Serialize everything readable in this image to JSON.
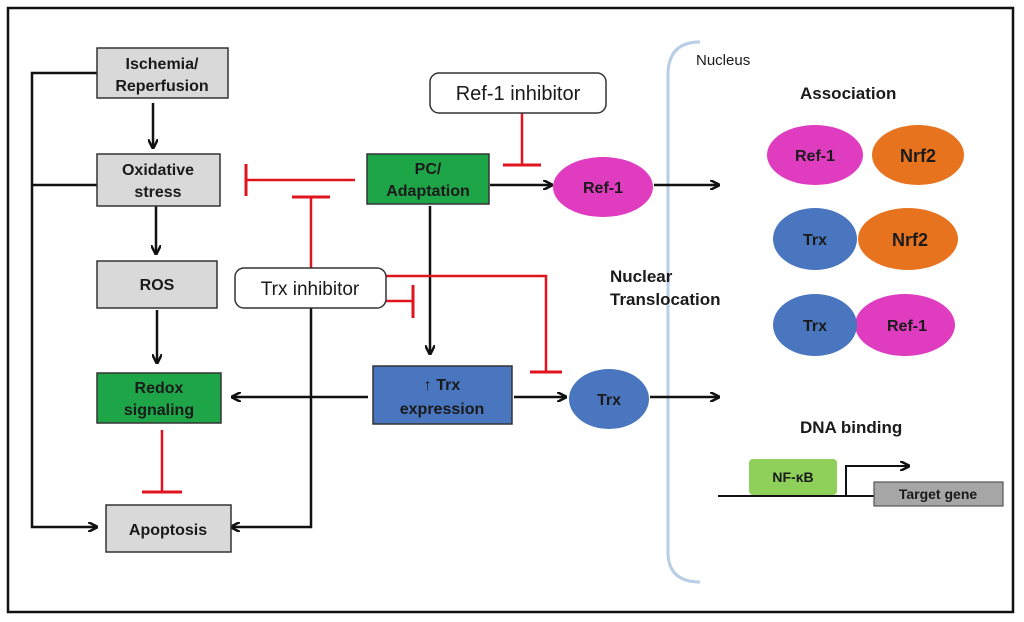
{
  "boxes": {
    "ischemia": [
      "Ischemia/",
      "Reperfusion"
    ],
    "oxidative": [
      "Oxidative",
      "stress"
    ],
    "ros": [
      "ROS"
    ],
    "redox": [
      "Redox",
      "signaling"
    ],
    "apoptosis": [
      "Apoptosis"
    ],
    "pc": [
      "PC/",
      "Adaptation"
    ],
    "trx_expr": [
      "↑ Trx",
      "expression"
    ]
  },
  "inhibitors": {
    "ref1": "Ref-1 inhibitor",
    "trx": "Trx inhibitor"
  },
  "ovals": {
    "ref1": "Ref-1",
    "trx": "Trx"
  },
  "nucleus": {
    "label": "Nucleus",
    "translocation": [
      "Nuclear",
      "Translocation"
    ],
    "association_title": "Association",
    "pairs": [
      {
        "left": "Ref-1",
        "right": "Nrf2"
      },
      {
        "left": "Trx",
        "right": "Nrf2"
      },
      {
        "left": "Trx",
        "right": "Ref-1"
      }
    ],
    "dna_title": "DNA binding",
    "nfkb": "NF-κB",
    "target_gene": "Target gene"
  },
  "colors": {
    "gray_box": "#d9d9d9",
    "green_box": "#1ea548",
    "blue": "#4a76bf",
    "magenta": "#e03cc0",
    "orange": "#e8731e",
    "inhibit_red": "#e0141e",
    "nfkb_green": "#8fd05a",
    "target_gray": "#a6a6a6",
    "nucleus_line": "#b8cde6"
  }
}
